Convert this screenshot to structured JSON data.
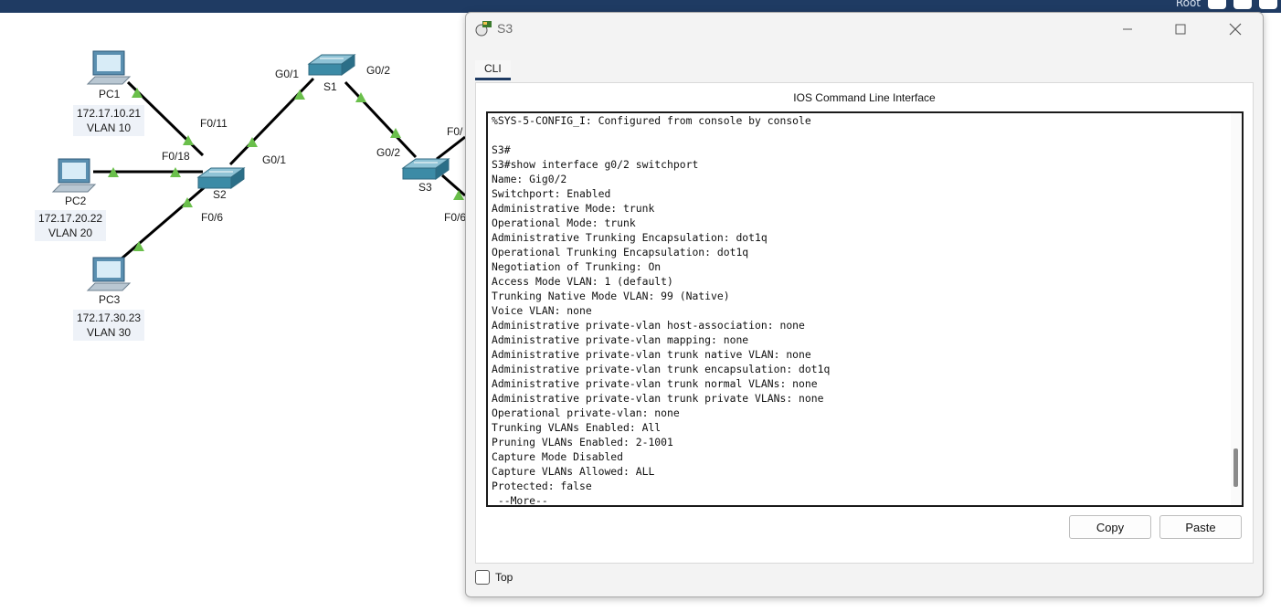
{
  "topbar": {
    "user_label": "Root"
  },
  "topology": {
    "devices": {
      "pc1": {
        "name": "PC1",
        "ip": "172.17.10.21",
        "vlan": "VLAN 10"
      },
      "pc2": {
        "name": "PC2",
        "ip": "172.17.20.22",
        "vlan": "VLAN 20"
      },
      "pc3": {
        "name": "PC3",
        "ip": "172.17.30.23",
        "vlan": "VLAN 30"
      },
      "s1": {
        "name": "S1"
      },
      "s2": {
        "name": "S2"
      },
      "s3": {
        "name": "S3"
      }
    },
    "ports": {
      "s1_g01": "G0/1",
      "s1_g02": "G0/2",
      "s2_f011": "F0/11",
      "s2_f018": "F0/18",
      "s2_g01": "G0/1",
      "s2_f06": "F0/6",
      "s3_g02": "G0/2",
      "s3_f0_top": "F0/",
      "s3_f0_bottom": "F0/6"
    },
    "link_color": "#000000",
    "link_up_color": "#6abf4b"
  },
  "window": {
    "title": "S3",
    "tabs": [
      {
        "label": "CLI",
        "active": true
      }
    ],
    "panel_title": "IOS Command Line Interface",
    "cli_output": "%SYS-5-CONFIG_I: Configured from console by console\n\nS3#\nS3#show interface g0/2 switchport\nName: Gig0/2\nSwitchport: Enabled\nAdministrative Mode: trunk\nOperational Mode: trunk\nAdministrative Trunking Encapsulation: dot1q\nOperational Trunking Encapsulation: dot1q\nNegotiation of Trunking: On\nAccess Mode VLAN: 1 (default)\nTrunking Native Mode VLAN: 99 (Native)\nVoice VLAN: none\nAdministrative private-vlan host-association: none\nAdministrative private-vlan mapping: none\nAdministrative private-vlan trunk native VLAN: none\nAdministrative private-vlan trunk encapsulation: dot1q\nAdministrative private-vlan trunk normal VLANs: none\nAdministrative private-vlan trunk private VLANs: none\nOperational private-vlan: none\nTrunking VLANs Enabled: All\nPruning VLANs Enabled: 2-1001\nCapture Mode Disabled\nCapture VLANs Allowed: ALL\nProtected: false\n --More--",
    "copy_label": "Copy",
    "paste_label": "Paste",
    "top_checkbox_label": "Top",
    "top_checked": false,
    "accent": "#1f3b63"
  }
}
